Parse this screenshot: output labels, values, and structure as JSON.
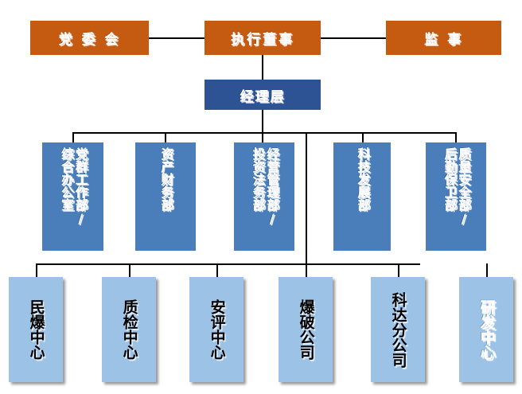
{
  "diagram": {
    "title": "组织结构图",
    "type": "organization-chart",
    "colors": {
      "top_level": "#C55A11",
      "management": "#2E5395",
      "department": "#4A7EBB",
      "subsidiary": "#9CC2E5",
      "connector": "#000000",
      "background": "#FFFFFF"
    }
  },
  "level1": {
    "left": {
      "label": "党 委 会"
    },
    "center": {
      "label": "执行董事"
    },
    "right": {
      "label": "监  事"
    }
  },
  "level2": {
    "management": {
      "label": "经理层"
    }
  },
  "level3": {
    "departments": [
      {
        "line1": "党群工作部/",
        "line2": "综合办公室"
      },
      {
        "line1": "资产财务部",
        "line2": ""
      },
      {
        "line1": "经营管理部/",
        "line2": "投资法务部"
      },
      {
        "line1": "科技发展部",
        "line2": ""
      },
      {
        "line1": "质量安全部/",
        "line2": "后勤保卫部"
      }
    ]
  },
  "level4": {
    "units": [
      {
        "label": "民爆中心"
      },
      {
        "label": "质检中心"
      },
      {
        "label": "安评中心"
      },
      {
        "label": "爆破公司"
      },
      {
        "label": "科达分公司"
      },
      {
        "label": "研发中心"
      }
    ]
  }
}
